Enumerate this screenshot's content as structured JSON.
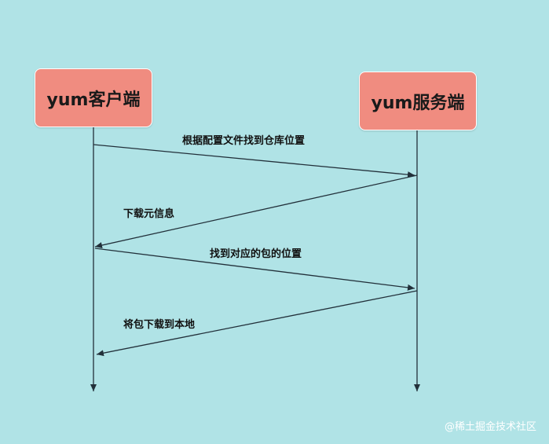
{
  "actors": {
    "client": "yum客户端",
    "server": "yum服务端"
  },
  "messages": [
    {
      "label": "根据配置文件找到仓库位置",
      "from": "client",
      "to": "server"
    },
    {
      "label": "下载元信息",
      "from": "server",
      "to": "client"
    },
    {
      "label": "找到对应的包的位置",
      "from": "client",
      "to": "server"
    },
    {
      "label": "将包下载到本地",
      "from": "server",
      "to": "client"
    }
  ],
  "watermark": "@稀土掘金技术社区",
  "colors": {
    "background": "#b0e3e6",
    "actor_fill": "#f08c80",
    "line": "#22303a"
  }
}
